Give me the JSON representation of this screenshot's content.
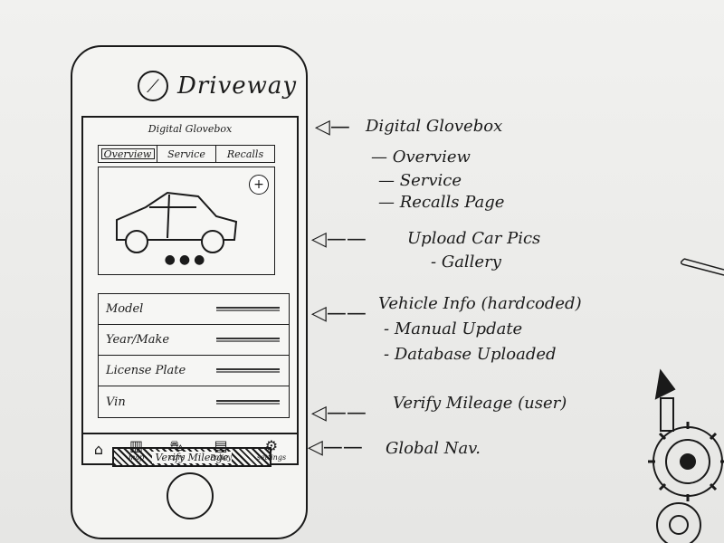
{
  "app": {
    "name": "Driveway"
  },
  "glovebox": {
    "title": "Digital Glovebox",
    "tabs": [
      "Overview",
      "Service",
      "Recalls"
    ],
    "active_tab": "Overview"
  },
  "vehicle_info": {
    "fields": [
      "Model",
      "Year/Make",
      "License Plate",
      "Vin"
    ]
  },
  "verify_button": {
    "label": "Verify Mileage"
  },
  "nav": {
    "items": [
      {
        "label": "",
        "icon": "home-icon"
      },
      {
        "label": "map",
        "icon": "map-icon"
      },
      {
        "label": "cars",
        "icon": "car-icon"
      },
      {
        "label": "Policy",
        "icon": "policy-icon"
      },
      {
        "label": "settings",
        "icon": "settings-icon"
      }
    ]
  },
  "annotations": {
    "glovebox": "Digital Glovebox",
    "overview": "Overview",
    "service": "Service",
    "recalls": "Recalls Page",
    "upload": "Upload Car Pics",
    "gallery": "Gallery",
    "vehicle": "Vehicle Info (hardcoded)",
    "manual": "Manual Update",
    "database": "Database Uploaded",
    "verify": "Verify Mileage (user)",
    "nav": "Global Nav."
  }
}
